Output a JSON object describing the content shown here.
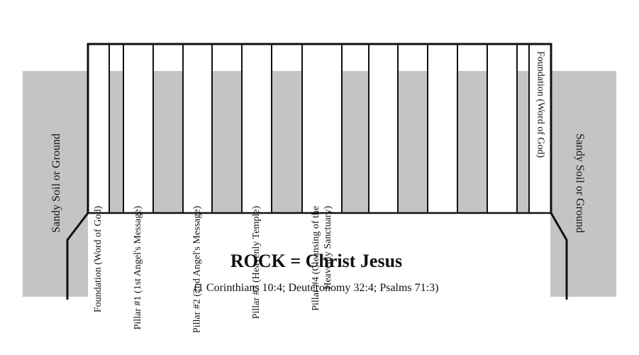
{
  "colors": {
    "sand": "#c4c4c4",
    "stroke": "#111111",
    "background": "#ffffff"
  },
  "sand": {
    "left_label": "Sandy Soil or Ground",
    "right_label": "Sandy Soil or Ground"
  },
  "columns": [
    {
      "fill": "white",
      "label": "Foundation (Word of God)"
    },
    {
      "fill": "gray",
      "label": ""
    },
    {
      "fill": "white",
      "label": "Pillar #1 (1st Angel's Message)"
    },
    {
      "fill": "gray",
      "label": ""
    },
    {
      "fill": "white",
      "label": "Pillar #2 (2nd Angel's Message)"
    },
    {
      "fill": "gray",
      "label": ""
    },
    {
      "fill": "white",
      "label": "Pillar #3 (Heavenly Temple)"
    },
    {
      "fill": "gray",
      "label": ""
    },
    {
      "fill": "white",
      "label": "Pillar #4 (Cleansing of the",
      "label2": "Heavenly Sanctuary)"
    },
    {
      "fill": "gray",
      "label": ""
    },
    {
      "fill": "white",
      "label": ""
    },
    {
      "fill": "gray",
      "label": ""
    },
    {
      "fill": "white",
      "label": ""
    },
    {
      "fill": "gray",
      "label": ""
    },
    {
      "fill": "white",
      "label": ""
    },
    {
      "fill": "gray",
      "label": ""
    },
    {
      "fill": "white",
      "label": "Foundation (Word of God)"
    }
  ],
  "rock": {
    "title": "ROCK = Christ Jesus",
    "references": "(1 Corinthians 10:4; Deuteronomy 32:4; Psalms 71:3)"
  }
}
